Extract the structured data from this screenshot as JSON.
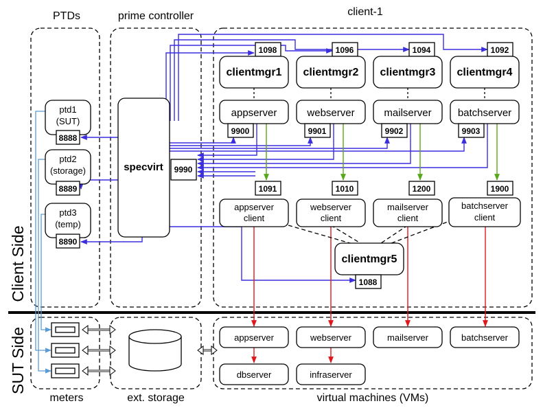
{
  "columns": {
    "ptds": "PTDs",
    "prime_controller": "prime controller",
    "client": "client-1",
    "meters": "meters",
    "ext_storage": "ext. storage",
    "vms": "virtual machines (VMs)"
  },
  "sides": {
    "client_side": "Client Side",
    "sut_side": "SUT Side"
  },
  "ptds": [
    {
      "line1": "ptd1",
      "line2": "(SUT)",
      "port": "8888"
    },
    {
      "line1": "ptd2",
      "line2": "(storage)",
      "port": "8889"
    },
    {
      "line1": "ptd3",
      "line2": "(temp)",
      "port": "8890"
    }
  ],
  "specvirt": {
    "label": "specvirt",
    "port": "9990"
  },
  "clientmgrs": [
    {
      "label": "clientmgr1",
      "port": "1098"
    },
    {
      "label": "clientmgr2",
      "port": "1096"
    },
    {
      "label": "clientmgr3",
      "port": "1094"
    },
    {
      "label": "clientmgr4",
      "port": "1092"
    }
  ],
  "servers": [
    {
      "label": "appserver",
      "port": "9900"
    },
    {
      "label": "webserver",
      "port": "9901"
    },
    {
      "label": "mailserver",
      "port": "9902"
    },
    {
      "label": "batchserver",
      "port": "9903"
    }
  ],
  "workload_clients": [
    {
      "line1": "appserver",
      "line2": "client",
      "port": "1091"
    },
    {
      "line1": "webserver",
      "line2": "client",
      "port": "1010"
    },
    {
      "line1": "mailserver",
      "line2": "client",
      "port": "1200"
    },
    {
      "line1": "batchserver",
      "line2": "client",
      "port": "1900"
    }
  ],
  "clientmgr5": {
    "label": "clientmgr5",
    "port": "1088"
  },
  "vms": [
    {
      "label": "appserver"
    },
    {
      "label": "webserver"
    },
    {
      "label": "mailserver"
    },
    {
      "label": "batchserver"
    },
    {
      "label": "dbserver"
    },
    {
      "label": "infraserver"
    }
  ],
  "colors": {
    "control_link": "#3a2ee0",
    "meter_link": "#5b9bd5",
    "client_link": "#58a81c",
    "workload_link": "#e0181b"
  }
}
